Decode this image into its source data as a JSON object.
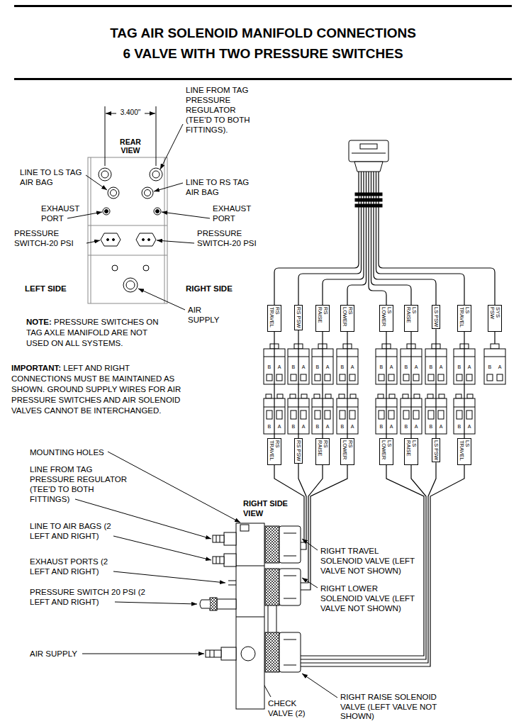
{
  "diagram": {
    "title": "TAG AIR SOLENOID MANIFOLD CONNECTIONS 6 VALVE WITH TWO PRESSURE SWITCHES",
    "nodes": [
      {
        "text": [
          "RS TRAVEL"
        ]
      },
      {
        "text": [
          "RS PSW"
        ]
      },
      {
        "text": [
          "RS RAISE"
        ]
      },
      {
        "text": [
          "RS LOWER"
        ]
      },
      {
        "text": [
          "LS LOWER"
        ]
      },
      {
        "text": [
          "LS RAISE"
        ]
      },
      {
        "text": [
          "LS PSW"
        ]
      },
      {
        "text": [
          "LS TRAVEL"
        ]
      },
      {
        "text": [
          "SYS PSW"
        ]
      },
      {
        "text": [
          "RS TRAVEL"
        ]
      },
      {
        "text": [
          "RS PSW"
        ]
      },
      {
        "text": [
          "RS RAISE"
        ]
      },
      {
        "text": [
          "RS LOWER"
        ]
      },
      {
        "text": [
          "LS LOWER"
        ]
      },
      {
        "text": [
          "LS RAISE"
        ]
      },
      {
        "text": [
          "LS PSW"
        ]
      },
      {
        "text": [
          "LS TRAVEL"
        ]
      }
    ],
    "edges": [
      {
        "from": 0,
        "to": 9,
        "arrow": "none"
      },
      {
        "from": 1,
        "to": 10,
        "arrow": "none"
      },
      {
        "from": 2,
        "to": 11,
        "arrow": "none"
      },
      {
        "from": 3,
        "to": 12,
        "arrow": "none"
      },
      {
        "from": 4,
        "to": 13,
        "arrow": "none"
      },
      {
        "from": 5,
        "to": 14,
        "arrow": "none"
      },
      {
        "from": 6,
        "to": 15,
        "arrow": "none"
      },
      {
        "from": 7,
        "to": 16,
        "arrow": "none"
      }
    ],
    "labels": [
      "3.400\"",
      "REAR VIEW",
      "LINE FROM TAG PRESSURE REGULATOR (TEE'D TO BOTH FITTINGS).",
      "LINE TO LS TAG AIR BAG",
      "LINE TO RS TAG AIR BAG",
      "EXHAUST PORT",
      "EXHAUST PORT",
      "PRESSURE SWITCH-20 PSI",
      "PRESSURE SWITCH-20 PSI",
      "LEFT SIDE",
      "RIGHT SIDE",
      "AIR SUPPLY",
      "NOTE:",
      "PRESSURE SWITCHES ON TAG AXLE MANIFOLD ARE NOT USED ON ALL SYSTEMS.",
      "IMPORTANT:",
      "LEFT AND RIGHT CONNECTIONS MUST BE MAINTAINED AS SHOWN. GROUND SUPPLY WIRES FOR AIR PRESSURE SWITCHES AND AIR SOLENOID VALVES CANNOT BE INTERCHANGED.",
      "MOUNTING HOLES",
      "LINE FROM TAG PRESSURE REGULATOR (TEE'D TO BOTH FITTINGS)",
      "LINE TO AIR BAGS (2 LEFT AND RIGHT)",
      "EXHAUST PORTS (2 LEFT AND RIGHT)",
      "PRESSURE SWITCH 20 PSI (2 LEFT AND RIGHT)",
      "AIR SUPPLY",
      "RIGHT SIDE VIEW",
      "RIGHT TRAVEL SOLENOID VALVE (LEFT VALVE NOT SHOWN)",
      "RIGHT LOWER SOLENOID VALVE (LEFT VALVE NOT SHOWN)",
      "CHECK VALVE (2)",
      "RIGHT RAISE SOLENOID VALVE (LEFT VALVE NOT SHOWN)",
      "B A",
      "B A",
      "B A",
      "B A",
      "B A",
      "B A",
      "B A",
      "B A",
      "B A",
      "B A",
      "B A",
      "B A",
      "B A",
      "B A",
      "B A",
      "B A",
      "B A"
    ]
  }
}
